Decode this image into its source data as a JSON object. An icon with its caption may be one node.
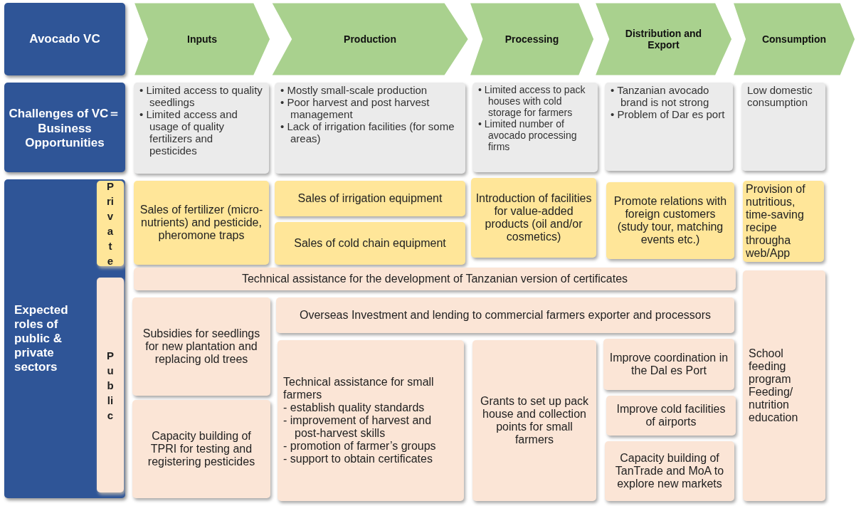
{
  "diagram": {
    "nodes": [
      {
        "text": [
          "Avocado VC"
        ]
      },
      {
        "text": [
          "Inputs"
        ]
      },
      {
        "text": [
          "Production"
        ]
      },
      {
        "text": [
          "Processing"
        ]
      },
      {
        "text": [
          "Distribution and Export"
        ]
      },
      {
        "text": [
          "Consumption"
        ]
      },
      {
        "text": [
          "Challenges of VC＝Business Opportunities"
        ]
      },
      {
        "text": [
          "• Limited access to quality seedlings",
          "• Limited access and usage of quality fertilizers and pesticides"
        ]
      },
      {
        "text": [
          "• Mostly small-scale production",
          "• Poor harvest and post harvest management",
          "• Lack of irrigation facilities (for some areas)"
        ]
      },
      {
        "text": [
          "• Limited access to pack houses with cold storage for farmers",
          "• Limited number of avocado processing firms"
        ]
      },
      {
        "text": [
          "• Tanzanian avocado brand is not strong",
          "• Problem of Dar es port"
        ]
      },
      {
        "text": [
          "Low domestic consumption"
        ]
      },
      {
        "text": [
          "Expected roles of public & private sectors"
        ]
      },
      {
        "text": [
          "Private"
        ],
        "in": 12
      },
      {
        "text": [
          "Public"
        ],
        "in": 12
      },
      {
        "text": [
          "Sales of fertilizer (micro-nutrients) and pesticide, pheromone traps"
        ]
      },
      {
        "text": [
          "Sales of irrigation equipment"
        ]
      },
      {
        "text": [
          "Sales of cold chain equipment"
        ]
      },
      {
        "text": [
          "Introduction of facilities for value-added products (oil and/or cosmetics)"
        ]
      },
      {
        "text": [
          "Promote relations with foreign customers (study tour, matching events etc.)"
        ]
      },
      {
        "text": [
          "Provision of nutritious, time-saving recipe througha web/App"
        ]
      },
      {
        "text": [
          "Technical assistance for the development of Tanzanian version of certificates"
        ]
      },
      {
        "text": [
          "School feeding program Feeding/ nutrition education"
        ]
      },
      {
        "text": [
          "Subsidies for seedlings for new plantation and replacing old trees"
        ]
      },
      {
        "text": [
          "Overseas Investment and lending to commercial farmers exporter and processors"
        ]
      },
      {
        "text": [
          "Capacity building of TPRI for testing and registering pesticides"
        ]
      },
      {
        "text": [
          "Technical assistance for small farmers",
          "- establish quality standards",
          "- improvement of harvest and post-harvest skills",
          "- promotion of farmer’s groups",
          "- support to obtain certificates"
        ]
      },
      {
        "text": [
          "Grants to set up pack house and collection points for small farmers"
        ]
      },
      {
        "text": [
          "Improve coordination in the Dal es Port"
        ]
      },
      {
        "text": [
          "Improve cold facilities of airports"
        ]
      },
      {
        "text": [
          "Capacity building of TanTrade and MoA to explore new markets"
        ]
      }
    ]
  }
}
